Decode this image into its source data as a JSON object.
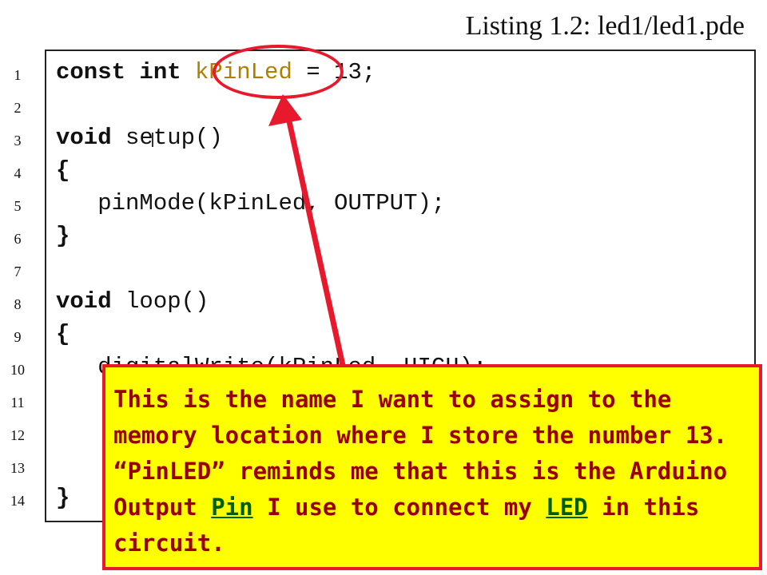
{
  "caption": "Listing 1.2: led1/led1.pde",
  "line_numbers": [
    "1",
    "2",
    "3",
    "4",
    "5",
    "6",
    "7",
    "8",
    "9",
    "10",
    "11",
    "12",
    "13",
    "14"
  ],
  "code": {
    "l1_kw": "const int ",
    "l1_var": "kPinLed",
    "l1_rest": " = 13;",
    "l3_kw": "void",
    "l3_rest": " setup()",
    "l4": "{",
    "l5": "   pinMode(kPinLed, OUTPUT);",
    "l6": "}",
    "l8_kw": "void",
    "l8_rest": " loop()",
    "l9": "{",
    "l10_partial": "   digitalWrite(kPinLed, HIGH);",
    "l14": "}"
  },
  "callout": {
    "part1": "This is the name I want to assign to the memory location where I store the number 13. “PinLED” reminds me that this is the Arduino Output ",
    "pin": "Pin",
    "part2": " I use to connect my ",
    "led": "LED",
    "part3": " in this circuit."
  },
  "colors": {
    "annotation_red": "#e8192c",
    "callout_bg": "#ffff00",
    "callout_text": "#9a0000",
    "highlight": "#b07f00"
  }
}
